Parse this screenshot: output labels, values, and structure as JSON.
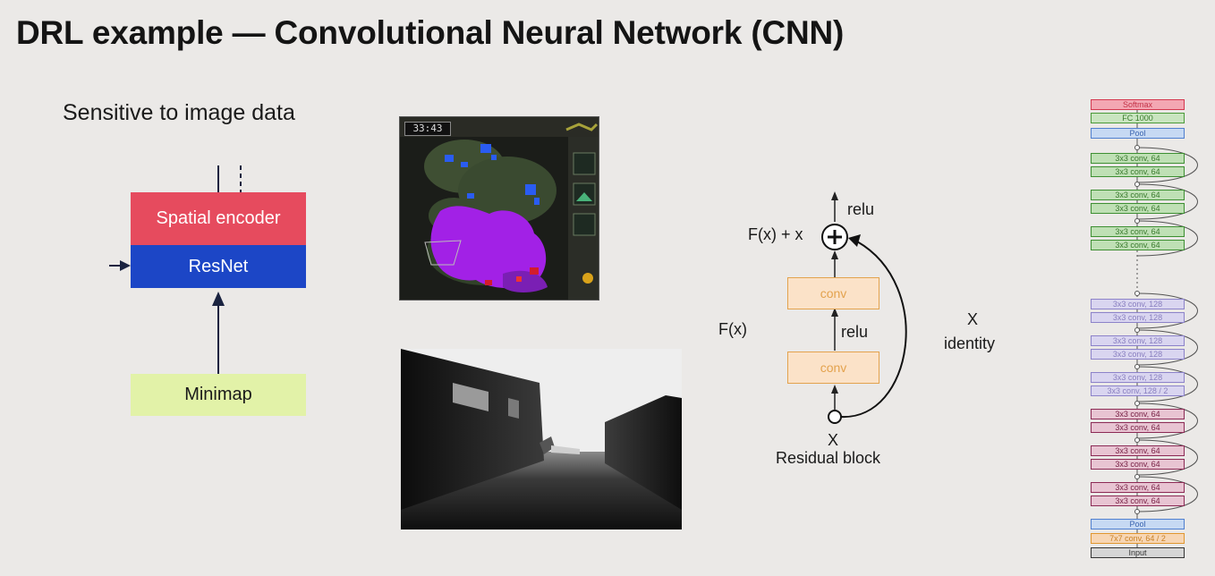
{
  "slide": {
    "title": "DRL example — Convolutional Neural Network (CNN)",
    "subtitle": "Sensitive to image data"
  },
  "encoder": {
    "spatial_label": "Spatial encoder",
    "resnet_label": "ResNet",
    "minimap_label": "Minimap",
    "colors": {
      "spatial": "#e64b5e",
      "resnet": "#1c46c6",
      "minimap": "#e2f2a8"
    }
  },
  "game_minimap": {
    "timer": "33:43"
  },
  "residual_block": {
    "relu_top": "relu",
    "sum_label": "F(x) + x",
    "conv_top": "conv",
    "relu_mid": "relu",
    "conv_bottom": "conv",
    "fx_label": "F(x)",
    "x_identity": "X",
    "identity_label": "identity",
    "x_input": "X",
    "caption": "Residual block"
  },
  "resnet_layers": [
    {
      "label": "Softmax",
      "group": "softmax"
    },
    {
      "label": "FC 1000",
      "group": "fc"
    },
    {
      "label": "Pool",
      "group": "pool"
    },
    {
      "label": "3x3 conv, 64",
      "group": "g64"
    },
    {
      "label": "3x3 conv, 64",
      "group": "g64"
    },
    {
      "label": "3x3 conv, 64",
      "group": "g64"
    },
    {
      "label": "3x3 conv, 64",
      "group": "g64"
    },
    {
      "label": "3x3 conv, 64",
      "group": "g64"
    },
    {
      "label": "3x3 conv, 64",
      "group": "g64"
    },
    {
      "label": "3x3 conv, 128",
      "group": "g128"
    },
    {
      "label": "3x3 conv, 128",
      "group": "g128"
    },
    {
      "label": "3x3 conv, 128",
      "group": "g128"
    },
    {
      "label": "3x3 conv, 128",
      "group": "g128"
    },
    {
      "label": "3x3 conv, 128",
      "group": "g128"
    },
    {
      "label": "3x3 conv, 128 / 2",
      "group": "g128"
    },
    {
      "label": "3x3 conv, 64",
      "group": "gm64"
    },
    {
      "label": "3x3 conv, 64",
      "group": "gm64"
    },
    {
      "label": "3x3 conv, 64",
      "group": "gm64"
    },
    {
      "label": "3x3 conv, 64",
      "group": "gm64"
    },
    {
      "label": "3x3 conv, 64",
      "group": "gm64"
    },
    {
      "label": "3x3 conv, 64",
      "group": "gm64"
    },
    {
      "label": "Pool",
      "group": "pool"
    },
    {
      "label": "7x7 conv, 64 / 2",
      "group": "conv7"
    },
    {
      "label": "Input",
      "group": "input"
    }
  ],
  "resnet_colors": {
    "softmax": {
      "fill": "#f3a7b3",
      "stroke": "#d4384f",
      "text": "#c23045"
    },
    "fc": {
      "fill": "#c9e5c0",
      "stroke": "#4a9a3a",
      "text": "#3c7d2f"
    },
    "pool": {
      "fill": "#c6d9f3",
      "stroke": "#4f7fcf",
      "text": "#3c66b0"
    },
    "g64": {
      "fill": "#bfe0b5",
      "stroke": "#3d8f32",
      "text": "#3a7a2e"
    },
    "g128": {
      "fill": "#d9d5f0",
      "stroke": "#8c82c9",
      "text": "#8a80c0"
    },
    "gm64": {
      "fill": "#e8c4d2",
      "stroke": "#8c2a55",
      "text": "#7a2448"
    },
    "conv7": {
      "fill": "#f7d6b4",
      "stroke": "#e0962e",
      "text": "#c98124"
    },
    "input": {
      "fill": "#d6d6d6",
      "stroke": "#333333",
      "text": "#333333"
    }
  }
}
